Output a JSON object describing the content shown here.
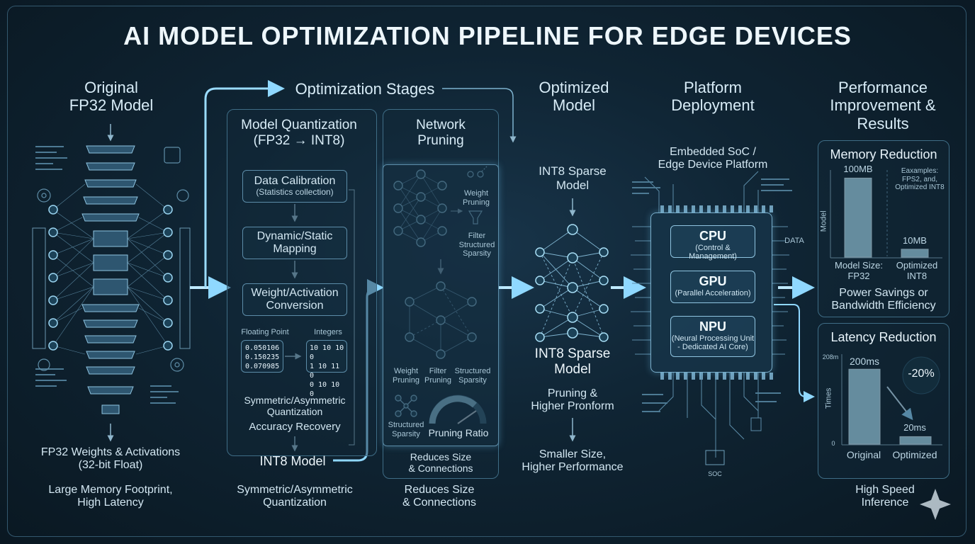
{
  "title": "AI MODEL OPTIMIZATION PIPELINE FOR EDGE DEVICES",
  "original": {
    "heading_1": "Original",
    "heading_2": "FP32 Model",
    "caption_1": "FP32 Weights & Activations",
    "caption_2": "(32-bit Float)",
    "caption_3": "Large Memory Footprint,",
    "caption_4": "High Latency"
  },
  "stages": {
    "heading": "Optimization Stages",
    "quant": {
      "title_1": "Model Quantization",
      "title_2": "(FP32 → INT8)",
      "steps": [
        {
          "l1": "Data Calibration",
          "l2": "(Statistics collection)"
        },
        {
          "l1": "Dynamic/Static",
          "l2": "Mapping"
        },
        {
          "l1": "Weight/Activation",
          "l2": "Conversion"
        }
      ],
      "fp_label": "Floating Point",
      "int_label": "Integers",
      "fp_values": [
        "0.050106",
        "0.150235",
        "0.070985"
      ],
      "int_values": [
        "10 10 10 0",
        "1 10 11 0",
        "0 10 10 0"
      ],
      "note_1": "Symmetric/Asymmetric",
      "note_2": "Quantization",
      "note_3": "Accuracy Recovery",
      "output": "INT8 Model",
      "caption_1": "Symmetric/Asymmetric",
      "caption_2": "Quantization"
    },
    "pruning": {
      "title_1": "Network",
      "title_2": "Pruning",
      "weight_pruning_1": "Weight",
      "weight_pruning_2": "Pruning",
      "filter_1": "Filter",
      "filter_2": "Structured",
      "filter_3": "Sparsity",
      "labels": [
        {
          "l1": "Weight",
          "l2": "Pruning"
        },
        {
          "l1": "Filter",
          "l2": "Pruning"
        },
        {
          "l1": "Structured",
          "l2": "Sparsity"
        }
      ],
      "struct_1": "Structured",
      "struct_2": "Sparsity",
      "ratio": "Pruning Ratio",
      "box_caption_1": "Reduces Size",
      "box_caption_2": "& Connections",
      "caption_1": "Reduces Size",
      "caption_2": "& Connections"
    }
  },
  "optimized": {
    "heading_1": "Optimized",
    "heading_2": "Model",
    "top_1": "INT8 Sparse",
    "top_2": "Model",
    "mid_1": "INT8 Sparse",
    "mid_2": "Model",
    "sub_1": "Pruning &",
    "sub_2": "Higher Pronform",
    "caption_1": "Smaller Size,",
    "caption_2": "Higher Performance"
  },
  "platform": {
    "heading_1": "Platform",
    "heading_2": "Deployment",
    "sub_1": "Embedded SoC /",
    "sub_2": "Edge Device Platform",
    "data_label": "DATA",
    "soc_label": "SOC",
    "units": [
      {
        "name": "CPU",
        "d1": "(Control & Management)",
        "d2": ""
      },
      {
        "name": "GPU",
        "d1": "(Parallel Acceleration)",
        "d2": ""
      },
      {
        "name": "NPU",
        "d1": "(Neural Processing Unit",
        "d2": "- Dedicated AI Core)"
      }
    ]
  },
  "results": {
    "heading_1": "Performance",
    "heading_2": "Improvement &",
    "heading_3": "Results",
    "memory": {
      "title": "Memory Reduction",
      "axis": "Model",
      "note_1": "Eaxamples:",
      "note_2": "FPS2, and,",
      "note_3": "Optimized INT8",
      "x1_1": "Model Size:",
      "x1_2": "FP32",
      "x2_1": "Optimized",
      "x2_2": "INT8"
    },
    "power_1": "Power Savings or",
    "power_2": "Bandwidth Efficiency",
    "latency": {
      "title": "Latency Reduction",
      "axis": "Times",
      "badge": "-20%"
    },
    "footer_1": "High Speed",
    "footer_2": "Inference"
  },
  "chart_data": [
    {
      "type": "bar",
      "title": "Memory Reduction",
      "ylabel": "Model",
      "categories": [
        "Model Size: FP32",
        "Optimized INT8"
      ],
      "values": [
        100,
        10
      ],
      "data_labels": [
        "100MB",
        "10MB"
      ],
      "ylim": [
        0,
        120
      ]
    },
    {
      "type": "bar",
      "title": "Latency Reduction",
      "ylabel": "Times",
      "categories": [
        "Original",
        "Optimized"
      ],
      "values": [
        200,
        20
      ],
      "data_labels": [
        "200ms",
        "20ms"
      ],
      "ytick_top": "208m",
      "ytick_zero": "0",
      "ylim": [
        0,
        208
      ]
    }
  ],
  "colors": {
    "accent": "#8fd8ff",
    "line": "#5c8ca8",
    "bar": "#a9dff2"
  }
}
